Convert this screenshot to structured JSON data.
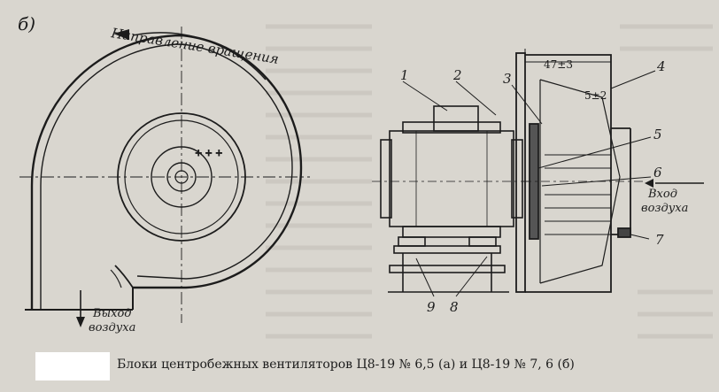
{
  "figure": {
    "panel_label": "б)",
    "rotation_label": "Направление вращения",
    "outlet_label_1": "Выход",
    "outlet_label_2": "воздуха",
    "inlet_label_1": "Вход",
    "inlet_label_2": "воздуха",
    "dim_top": "47±3",
    "dim_gap": "5±2",
    "callouts": [
      "1",
      "2",
      "3",
      "4",
      "5",
      "6",
      "7",
      "9",
      "8"
    ],
    "caption": "Блоки центробежных вентиляторов Ц8-19 № 6,5 (а) и Ц8-19 № 7, 6 (б)"
  }
}
